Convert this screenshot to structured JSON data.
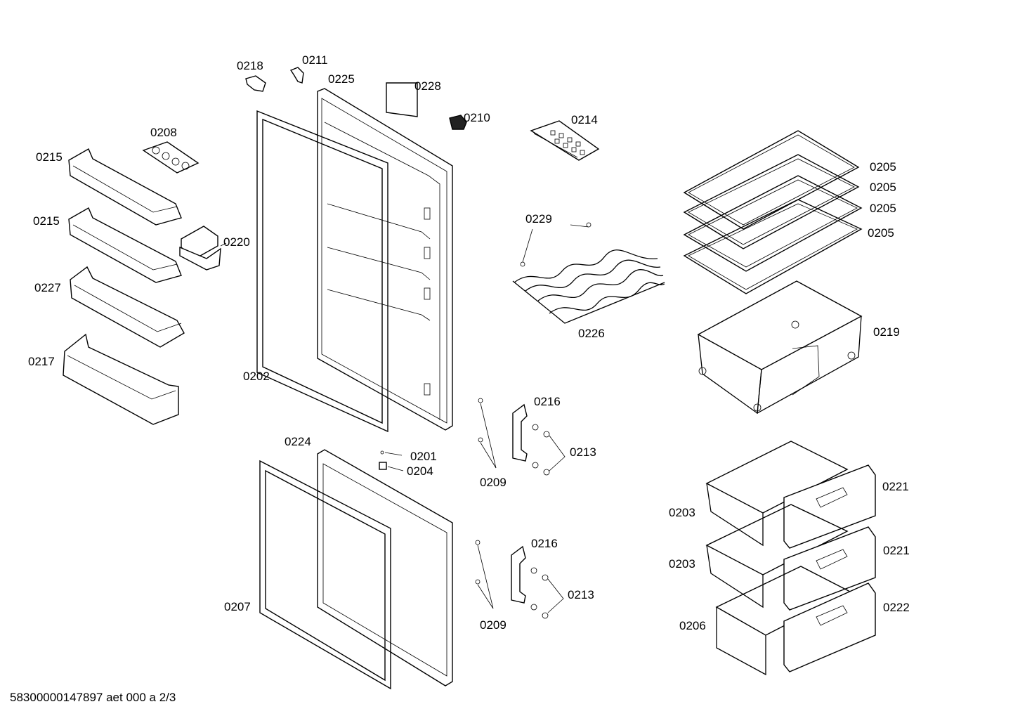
{
  "labels": {
    "l0218": "0218",
    "l0211": "0211",
    "l0225": "0225",
    "l0228": "0228",
    "l0210": "0210",
    "l0214": "0214",
    "l0208": "0208",
    "l0215a": "0215",
    "l0215b": "0215",
    "l0220": "0220",
    "l0227": "0227",
    "l0217": "0217",
    "l0202": "0202",
    "l0229": "0229",
    "l0226": "0226",
    "l0205a": "0205",
    "l0205b": "0205",
    "l0205c": "0205",
    "l0205d": "0205",
    "l0219": "0219",
    "l0216a": "0216",
    "l0213a": "0213",
    "l0209a": "0209",
    "l0224": "0224",
    "l0201": "0201",
    "l0204": "0204",
    "l0221a": "0221",
    "l0203a": "0203",
    "l0221b": "0221",
    "l0203b": "0203",
    "l0216b": "0216",
    "l0213b": "0213",
    "l0207": "0207",
    "l0209b": "0209",
    "l0206": "0206",
    "l0222": "0222"
  },
  "footer": "58300000147897 aet 000 a 2/3"
}
